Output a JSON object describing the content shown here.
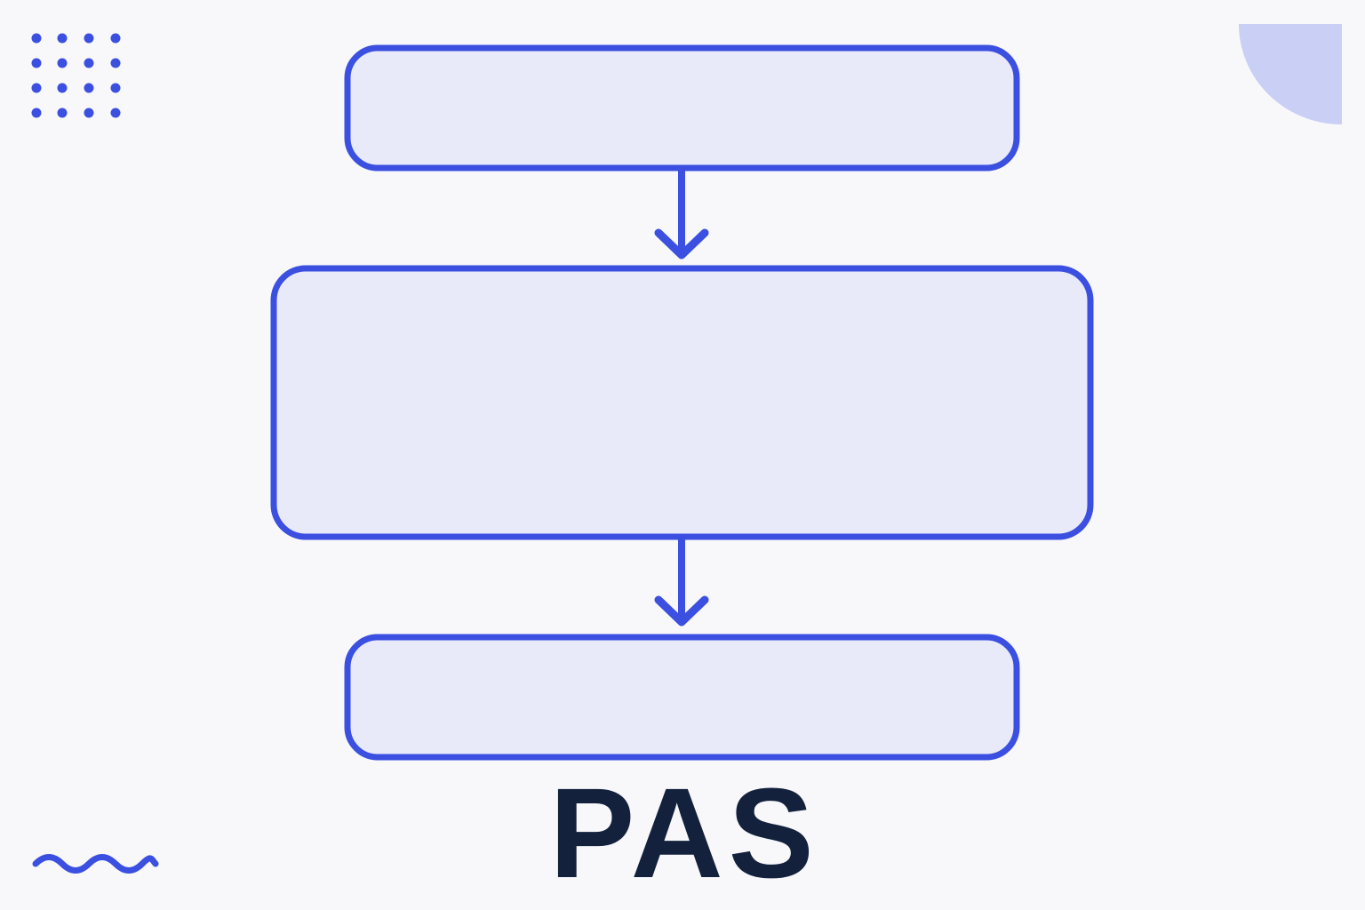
{
  "title": "PAS",
  "colors": {
    "background": "#f8f8fb",
    "box_fill": "#e8eafa",
    "box_stroke": "#3b4fe0",
    "arrow": "#3b4fe0",
    "title": "#13213d",
    "accent_light": "#c9cff5",
    "dot": "#3b4fe0"
  },
  "boxes": [
    {
      "id": "top-box",
      "label": ""
    },
    {
      "id": "middle-box",
      "label": ""
    },
    {
      "id": "bottom-box",
      "label": ""
    }
  ],
  "decorations": {
    "dot_grid": "dot-grid-icon",
    "quarter_circle": "quarter-circle-icon",
    "wave": "wave-icon"
  }
}
